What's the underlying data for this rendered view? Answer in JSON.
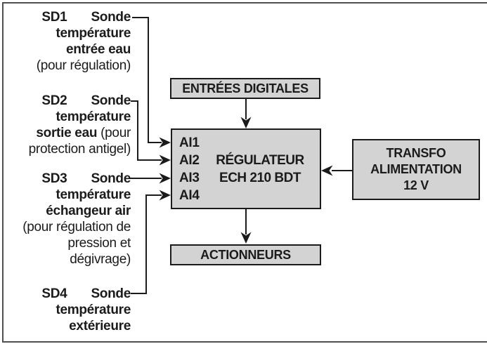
{
  "sensors": [
    {
      "id": "SD1",
      "name": "Sonde",
      "line2": "température",
      "line3": "entrée eau",
      "note1": "(pour régulation)"
    },
    {
      "id": "SD2",
      "name": "Sonde",
      "line2": "température",
      "line3_bold": "sortie eau",
      "line3_rest": " (pour",
      "note1": "protection antigel)"
    },
    {
      "id": "SD3",
      "name": "Sonde",
      "line2": "température",
      "line3": "échangeur air",
      "note1": "(pour régulation de",
      "note2": "pression et",
      "note3": "dégivrage)"
    },
    {
      "id": "SD4",
      "name": "Sonde",
      "line2": "température",
      "line3": "extérieure"
    }
  ],
  "boxes": {
    "digital_inputs": {
      "label": "ENTRÉES DIGITALES"
    },
    "regulator": {
      "inputs": [
        "AI1",
        "AI2",
        "AI3",
        "AI4"
      ],
      "title_line1": "RÉGULATEUR",
      "title_line2": "ECH 210 BDT"
    },
    "transformer": {
      "line1": "TRANSFO",
      "line2": "ALIMENTATION",
      "line3": "12 V"
    },
    "actuators": {
      "label": "ACTIONNEURS"
    }
  },
  "colors": {
    "box_fill": "#d3d3d3",
    "box_border": "#1b1b1b",
    "line": "#1b1b1b",
    "frame": "#4f4f4f",
    "background": "#ffffff",
    "text": "#1b1b1b"
  }
}
